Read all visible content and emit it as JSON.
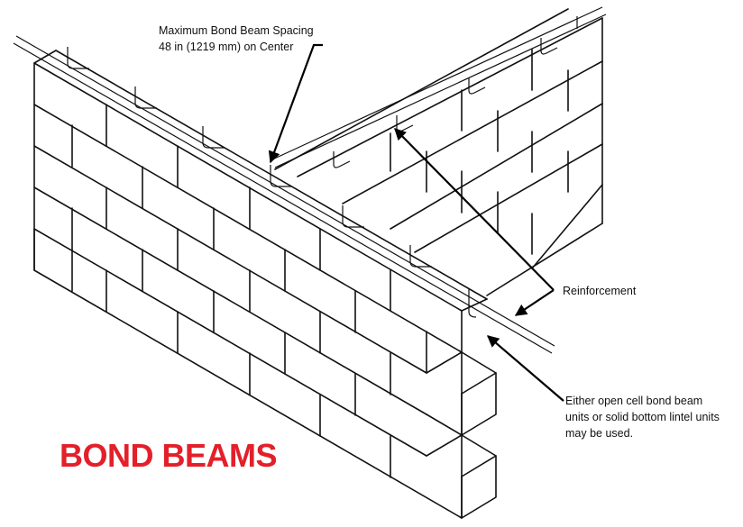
{
  "labels": {
    "spacing_line1": "Maximum Bond Beam Spacing",
    "spacing_line2": "48 in (1219 mm) on Center",
    "reinforcement": "Reinforcement",
    "note_line1": "Either open cell bond beam",
    "note_line2": "units or solid bottom lintel units",
    "note_line3": "may be used."
  },
  "title": "BOND BEAMS",
  "colors": {
    "title": "#e3202a",
    "lines": "#111111",
    "background": "#ffffff"
  }
}
